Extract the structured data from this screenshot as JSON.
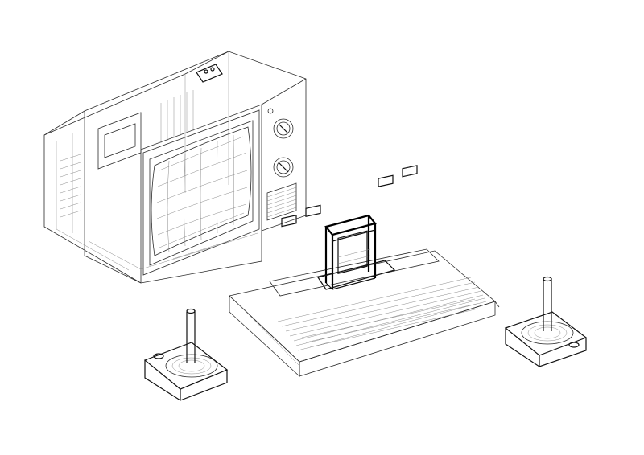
{
  "scene": {
    "style": "wireframe line drawing on white background",
    "background": "#ffffff",
    "line_color": "#2a2a2a",
    "objects": [
      "crt-television",
      "game-console",
      "game-cartridge",
      "joystick-left",
      "joystick-right"
    ]
  }
}
